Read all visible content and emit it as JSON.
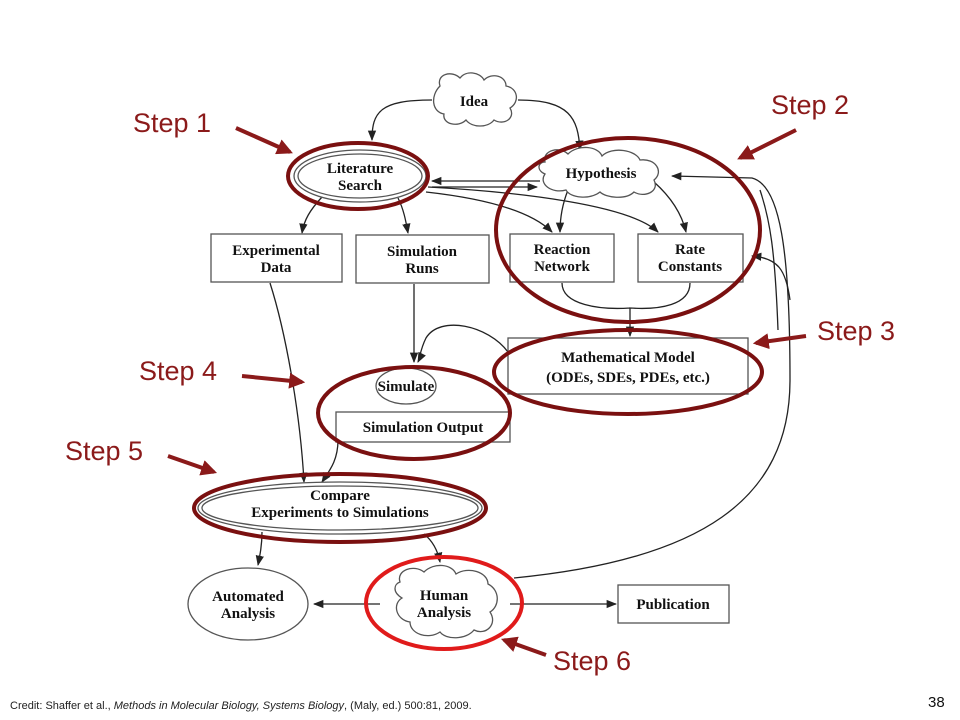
{
  "nodes": {
    "idea": "Idea",
    "literature_search": [
      "Literature",
      "Search"
    ],
    "hypothesis": "Hypothesis",
    "experimental_data": [
      "Experimental",
      "Data"
    ],
    "simulation_runs": [
      "Simulation",
      "Runs"
    ],
    "reaction_network": [
      "Reaction",
      "Network"
    ],
    "rate_constants": [
      "Rate",
      "Constants"
    ],
    "mathematical_model": [
      "Mathematical Model",
      "(ODEs, SDEs, PDEs, etc.)"
    ],
    "simulate": "Simulate",
    "simulation_output": "Simulation Output",
    "compare": [
      "Compare",
      "Experiments to Simulations"
    ],
    "automated_analysis": [
      "Automated",
      "Analysis"
    ],
    "human_analysis": [
      "Human",
      "Analysis"
    ],
    "publication": "Publication"
  },
  "steps": [
    "Step 1",
    "Step 2",
    "Step 3",
    "Step 4",
    "Step 5",
    "Step 6"
  ],
  "colors": {
    "step": "#8b1a1a",
    "highlight": "#7a1010",
    "highlight_bright": "#e01b1b"
  },
  "credit": {
    "prefix": "Credit: Shaffer et al., ",
    "book": "Methods in Molecular Biology, Systems Biology",
    "suffix": ", (Maly, ed.) 500:81, 2009."
  },
  "page_number": "38"
}
